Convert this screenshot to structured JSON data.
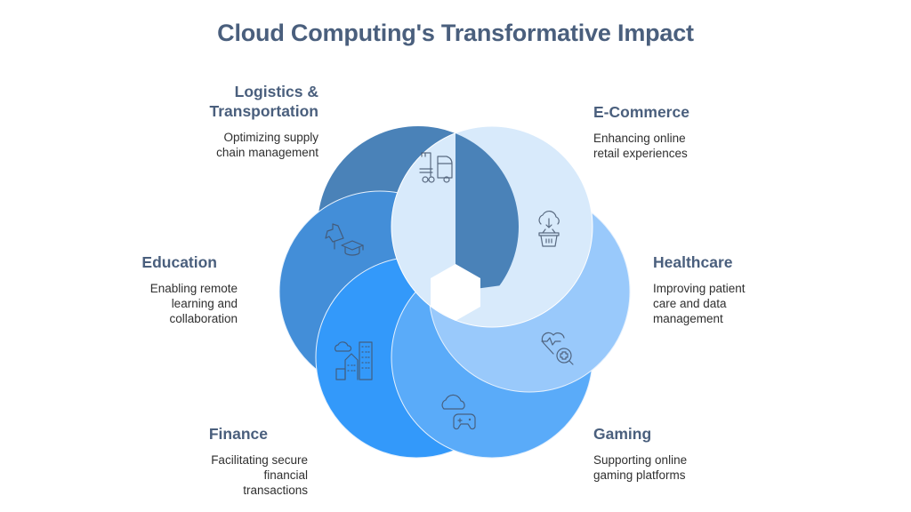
{
  "title": "Cloud Computing's Transformative Impact",
  "segments": [
    {
      "name": "Logistics & Transportation",
      "title_line1": "Logistics &",
      "title_line2": "Transportation",
      "description_line1": "Optimizing supply",
      "description_line2": "chain management",
      "icon": "truck-icon",
      "color": "#4a82b8"
    },
    {
      "name": "E-Commerce",
      "title_line1": "E-Commerce",
      "description_line1": "Enhancing online",
      "description_line2": "retail experiences",
      "icon": "cloud-basket-icon",
      "color": "#d8eafb"
    },
    {
      "name": "Healthcare",
      "title_line1": "Healthcare",
      "description_line1": "Improving patient",
      "description_line2": "care and data",
      "description_line3": "management",
      "icon": "heart-health-icon",
      "color": "#99c9fb"
    },
    {
      "name": "Gaming",
      "title_line1": "Gaming",
      "description_line1": "Supporting online",
      "description_line2": "gaming platforms",
      "icon": "cloud-gamepad-icon",
      "color": "#5aabf9"
    },
    {
      "name": "Finance",
      "title_line1": "Finance",
      "description_line1": "Facilitating secure",
      "description_line2": "financial",
      "description_line3": "transactions",
      "icon": "cloud-buildings-icon",
      "color": "#3399fa"
    },
    {
      "name": "Education",
      "title_line1": "Education",
      "description_line1": "Enabling remote",
      "description_line2": "learning and",
      "description_line3": "collaboration",
      "icon": "graduation-cap-icon",
      "color": "#438ed8"
    }
  ]
}
